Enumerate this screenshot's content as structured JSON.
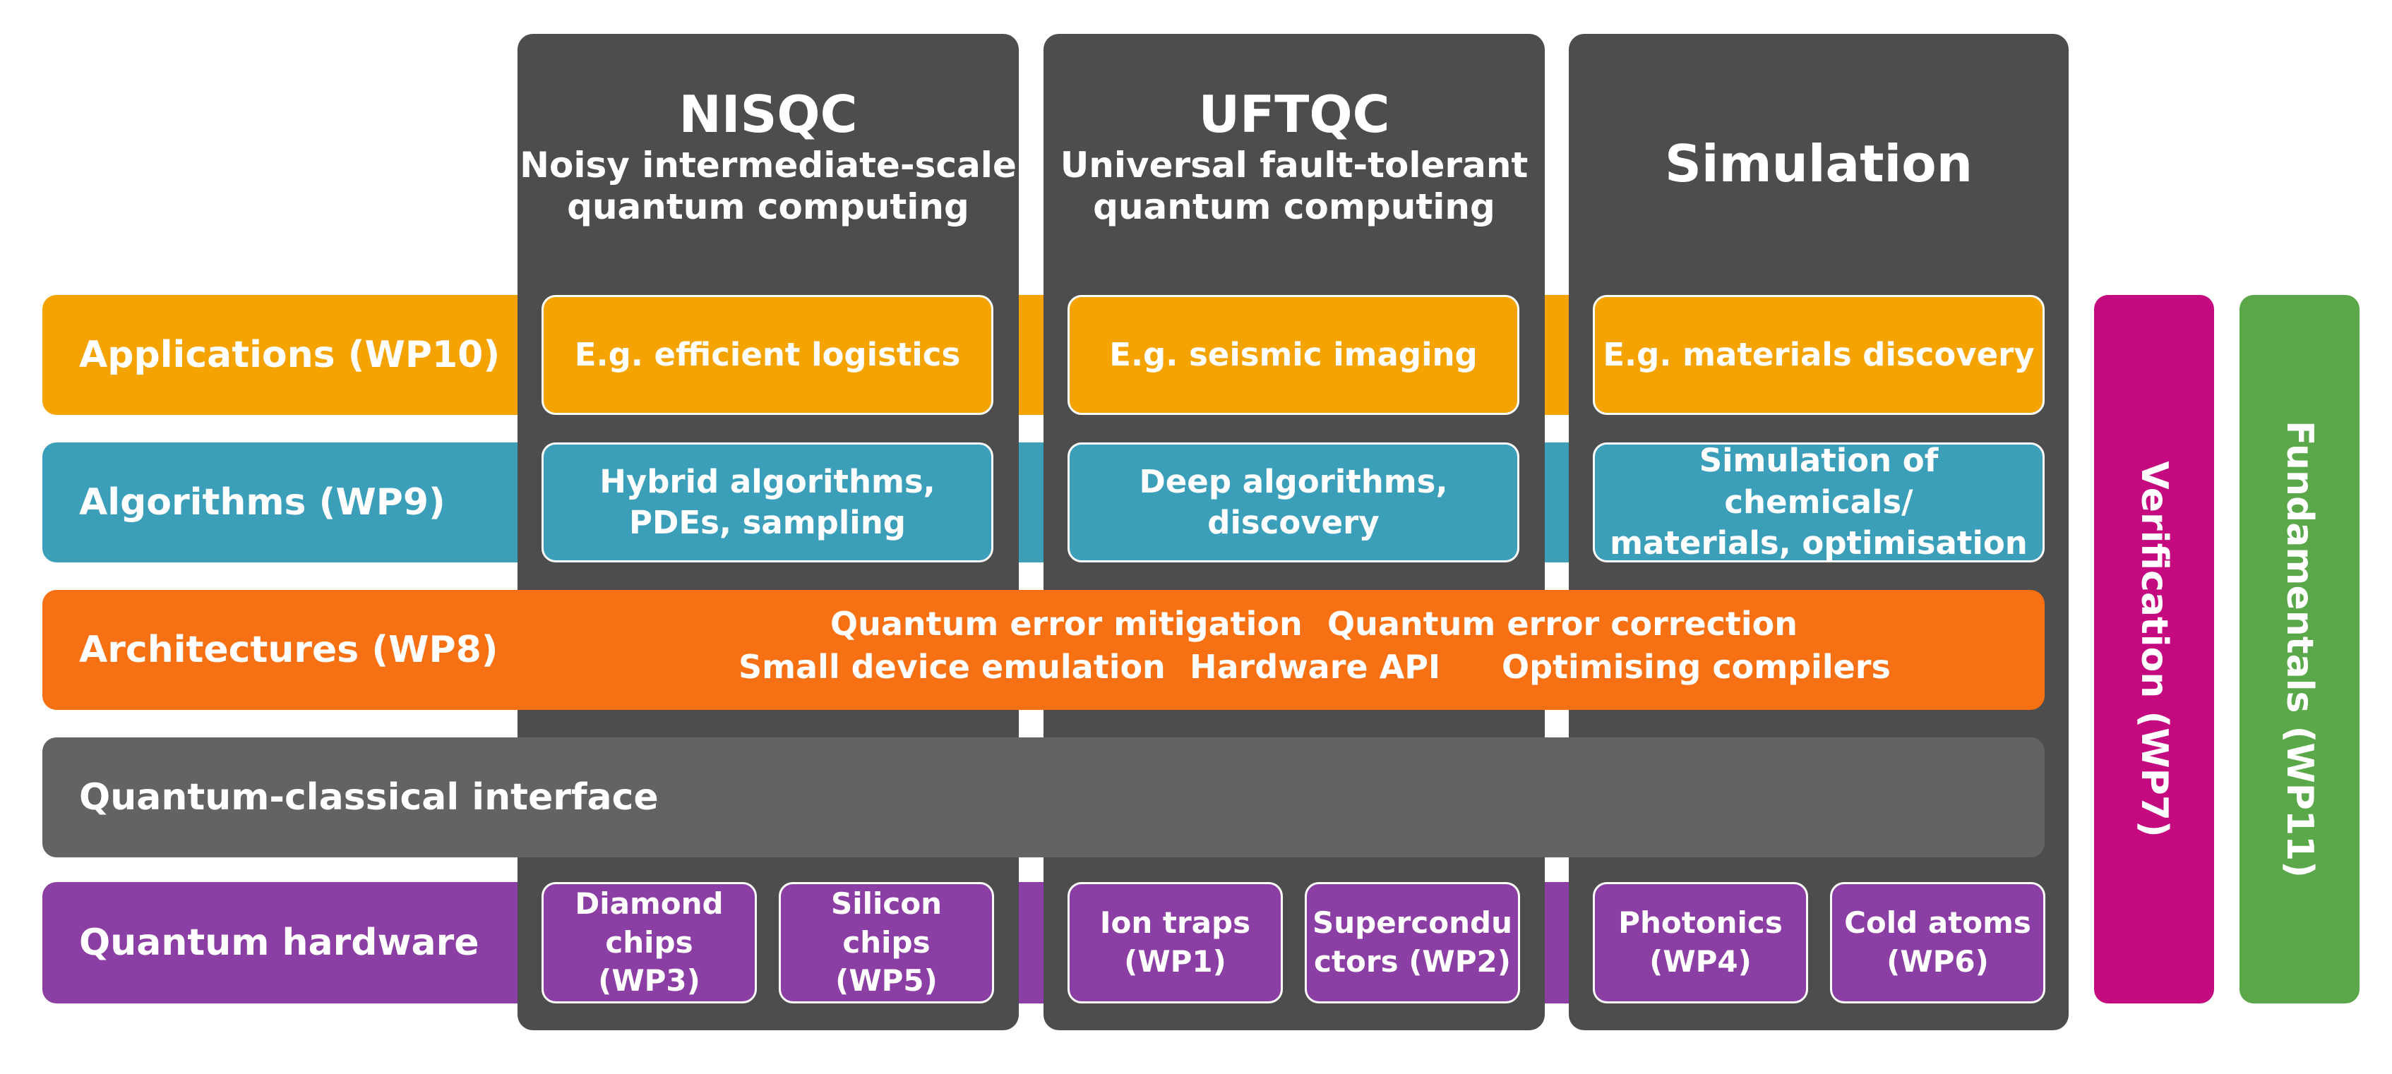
{
  "layers": {
    "applications": "Applications (WP10)",
    "algorithms": "Algorithms (WP9)",
    "architectures": "Architectures (WP8)",
    "interface": "Quantum-classical interface",
    "hardware": "Quantum hardware"
  },
  "columns": [
    {
      "title": "NISQC",
      "subtitle_line1": "Noisy intermediate-scale",
      "subtitle_line2": "quantum computing",
      "application": "E.g. efficient logistics",
      "algorithm_line1": "Hybrid algorithms,",
      "algorithm_line2": "PDEs, sampling",
      "hardware": [
        {
          "line1": "Diamond",
          "line2": "chips (WP3)"
        },
        {
          "line1": "Silicon",
          "line2": "chips (WP5)"
        }
      ]
    },
    {
      "title": "UFTQC",
      "subtitle_line1": "Universal fault-tolerant",
      "subtitle_line2": "quantum computing",
      "application": "E.g. seismic imaging",
      "algorithm_line1": "Deep algorithms,",
      "algorithm_line2": "discovery",
      "hardware": [
        {
          "line1": "Ion traps",
          "line2": "(WP1)"
        },
        {
          "line1": "Supercondu",
          "line2": "ctors (WP2)"
        }
      ]
    },
    {
      "title": "Simulation",
      "application": "E.g. materials discovery",
      "algorithm_line1": "Simulation of chemicals/",
      "algorithm_line2": "materials, optimisation",
      "hardware": [
        {
          "line1": "Photonics",
          "line2": "(WP4)"
        },
        {
          "line1": "Cold atoms",
          "line2": "(WP6)"
        }
      ]
    }
  ],
  "architectures": {
    "error_mitigation": "Quantum error mitigation",
    "error_correction": "Quantum error correction",
    "emulation": "Small device emulation",
    "hardware_api": "Hardware API",
    "compilers": "Optimising compilers"
  },
  "vertical": {
    "verification": "Verification (WP7)",
    "fundamentals": "Fundamentals (WP11)"
  },
  "colors": {
    "applications": "#f4a300",
    "algorithms": "#3c9fba",
    "architectures": "#f77014",
    "interface": "#636363",
    "hardware": "#8b3ea3",
    "column": "#4d4d4d",
    "verification": "#c5097f",
    "fundamentals": "#5aa84a"
  }
}
